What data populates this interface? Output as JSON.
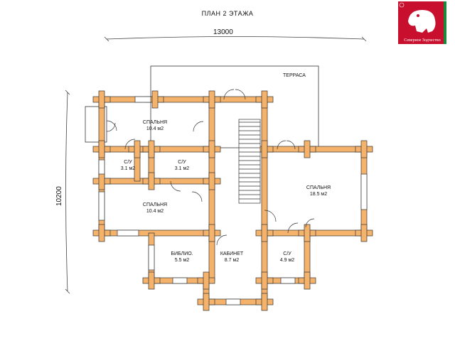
{
  "title": "ПЛАН 2 ЭТАЖА",
  "dimensions": {
    "width": "13000",
    "height": "10200"
  },
  "terrace_label": "ТЕРРАСА",
  "rooms": {
    "bedroom1": {
      "name": "СПАЛЬНЯ",
      "area": "10.4 м2"
    },
    "wc1": {
      "name": "С/У",
      "area": "3.1 м2"
    },
    "wc2": {
      "name": "С/У",
      "area": "3.1 м2"
    },
    "bedroom2": {
      "name": "СПАЛЬНЯ",
      "area": "10.4 м2"
    },
    "bedroom3": {
      "name": "СПАЛЬНЯ",
      "area": "18.5 м2"
    },
    "library": {
      "name": "БИБЛИО.",
      "area": "5.5 м2"
    },
    "office": {
      "name": "КАБИНЕТ",
      "area": "8.7 м2"
    },
    "wc3": {
      "name": "С/У",
      "area": "4.9 м2"
    }
  },
  "logo": {
    "text": "Северное Зодчество",
    "brand_color": "#c8102e",
    "accent_color": "#1a8a3a"
  },
  "colors": {
    "log_wall": "#f5b26b",
    "wall_outline": "#333333"
  }
}
